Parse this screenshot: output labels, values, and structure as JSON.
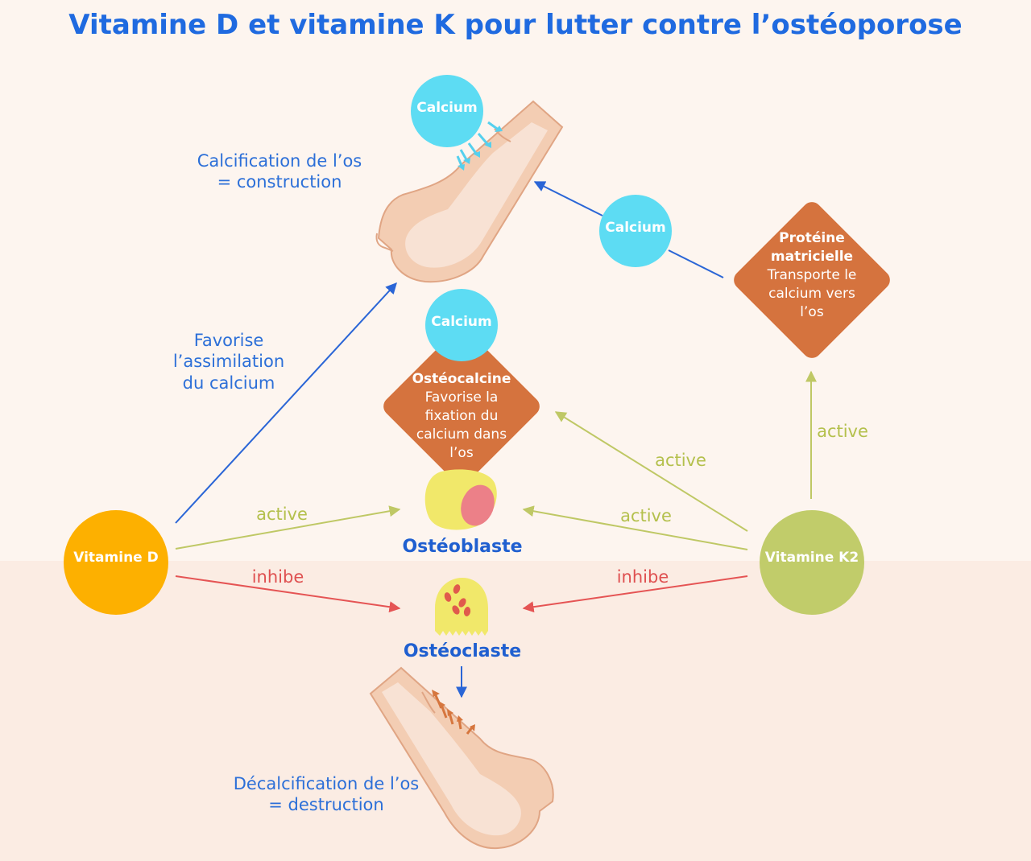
{
  "title": "Vitamine D et vitamine K pour lutter contre l’ostéoporose",
  "nodes": {
    "vitamin_d": "Vitamine D",
    "vitamin_k2": "Vitamine K2",
    "calcium_top": "Calcium",
    "calcium_right": "Calcium",
    "calcium_mid": "Calcium",
    "osteoblast": "Ostéoblaste",
    "osteoclast": "Ostéoclaste",
    "osteocalcin": {
      "name": "Ostéocalcine",
      "desc_1": "Favorise la",
      "desc_2": "fixation du",
      "desc_3": "calcium dans",
      "desc_4": "l’os"
    },
    "matrix_protein": {
      "name_1": "Protéine",
      "name_2": "matricielle",
      "desc_1": "Transporte le",
      "desc_2": "calcium vers",
      "desc_3": "l’os"
    }
  },
  "labels": {
    "calcification_1": "Calcification de l’os",
    "calcification_2": "= construction",
    "decalcification_1": "Décalcification de l’os",
    "decalcification_2": "= destruction",
    "absorption_1": "Favorise",
    "absorption_2": "l’assimilation",
    "absorption_3": "du calcium",
    "d_active": "active",
    "d_inhibit": "inhibe",
    "k2_active_osteocalcin": "active",
    "k2_active_osteoblast": "active",
    "k2_active_protein": "active",
    "k2_inhibit": "inhibe"
  },
  "colors": {
    "title_blue": "#1f6ae0",
    "label_blue": "#2c6fd8",
    "vitamin_d": "#fdb000",
    "vitamin_k2": "#c1cc6a",
    "calcium": "#5ddcf3",
    "diamond": "#d5733e",
    "activate_green": "#bfc865",
    "inhibit_red": "#e55454",
    "cell_yellow": "#f1e86a",
    "cell_pink": "#ec8088",
    "bone": "#f3cdb3"
  }
}
